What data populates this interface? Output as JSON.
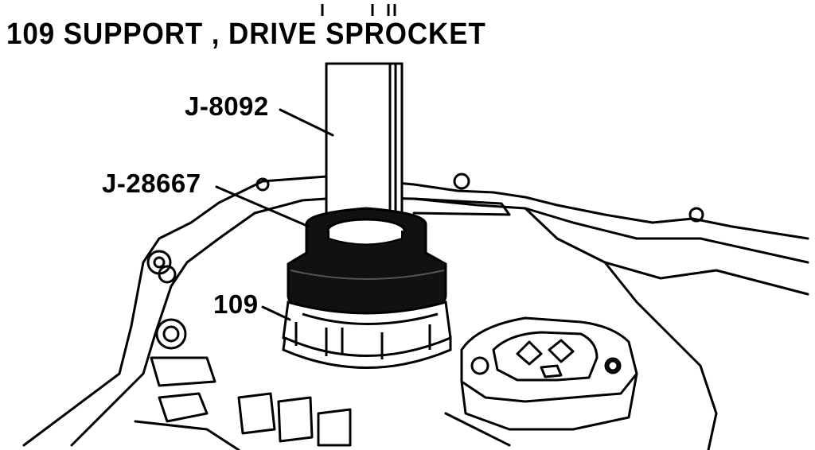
{
  "title": "109 SUPPORT , DRIVE SPROCKET",
  "callouts": {
    "tool_1": "J-8092",
    "tool_2": "J-28667",
    "part": "109"
  },
  "colors": {
    "ink": "#000000",
    "paper": "#ffffff"
  }
}
